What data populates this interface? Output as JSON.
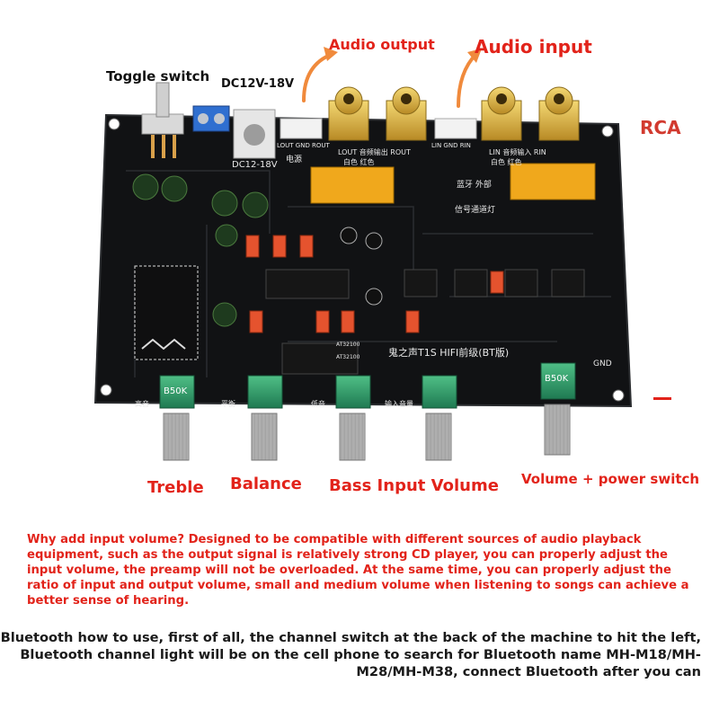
{
  "labels": {
    "toggle_switch": "Toggle switch",
    "dc_label": "DC12V-18V",
    "audio_output": "Audio output",
    "audio_input": "Audio input",
    "rca": "RCA",
    "treble": "Treble",
    "balance": "Balance",
    "bass_input_volume": "Bass Input Volume",
    "volume_power_switch": "Volume + power switch"
  },
  "board_text": {
    "dc_silk": "DC12-18V",
    "lout_silk": "LOUT 音频输出 ROUT",
    "lin_silk": "LIN 音频输入 RIN",
    "power_silk": "电源",
    "jack_labels": [
      "LOUT GND ROUT",
      "LIN GND RIN"
    ],
    "white_red_left": "白色   红色",
    "white_red_right": "白色   红色",
    "bt_ext": "蓝牙  外部",
    "signal_light": "信号通道灯",
    "board_title": "鬼之声T1S HIFI前级(BT版)",
    "chip1": "AT32100",
    "chip2": "AT32100",
    "pot_labels": [
      "B50K",
      "B50K"
    ],
    "pot_silk": [
      "高音",
      "平衡",
      "低音",
      "输入音量"
    ],
    "gnd": "GND"
  },
  "paragraphs": {
    "why_input_volume": "Why add input volume? Designed to be compatible with different sources of audio playback equipment, such as the output signal is relatively strong CD player, you can properly adjust the input volume, the preamp will not be overloaded. At the same time, you can properly adjust the ratio of input and output volume, small and medium volume when listening to songs can achieve a better sense of hearing.",
    "bluetooth_usage": "Bluetooth how to use, first of all, the channel switch at the back of the machine to hit the left, Bluetooth channel light will be on the cell phone to search for Bluetooth name MH-M18/MH-M28/MH-M38, connect Bluetooth after you can"
  },
  "colors": {
    "accent_red": "#e2231a",
    "arrow_orange": "#f08a3c",
    "board_black": "#111214",
    "rca_gold": "#e7c24a"
  }
}
